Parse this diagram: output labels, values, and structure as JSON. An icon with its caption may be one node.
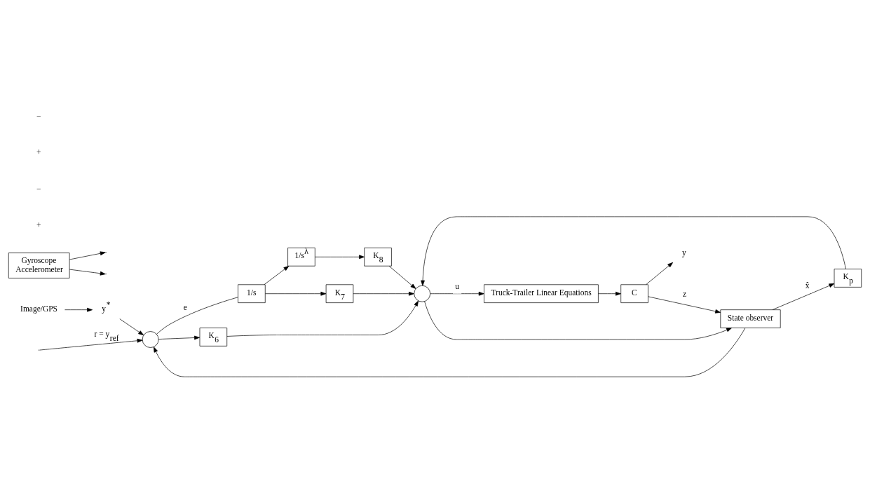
{
  "diagram": {
    "nodes": [
      {
        "text": [],
        "shape": "circle"
      },
      {
        "text": [
          "1/s"
        ]
      },
      {
        "text": [
          "1/s$^{λ}$"
        ]
      },
      {
        "text": [
          "K$_{8}$"
        ]
      },
      {
        "text": [
          "K$_{7}$"
        ]
      },
      {
        "text": [
          "K$_{6}$"
        ]
      },
      {
        "text": [],
        "shape": "circle"
      },
      {
        "text": [
          "Truck-Trailer Linear Equations"
        ]
      },
      {
        "text": [
          "C"
        ]
      },
      {
        "text": [
          "y"
        ]
      },
      {
        "text": [
          "Gyroscope",
          "Accelerometer"
        ]
      },
      {
        "text": [
          "State observer"
        ]
      },
      {
        "text": [
          "K$_{p}$"
        ]
      },
      {
        "text": [
          "y$^{*}$"
        ]
      },
      {
        "text": [
          "Image/GPS"
        ]
      }
    ],
    "edges": [
      {
        "from": null,
        "to": 0,
        "arrow": "to",
        "label": "r = y$_{ref}$"
      },
      {
        "from": 0,
        "to": 1,
        "arrow": "none",
        "label": "e"
      },
      {
        "from": 0,
        "to": 5,
        "arrow": "to"
      },
      {
        "from": 1,
        "to": 2,
        "arrow": "to"
      },
      {
        "from": 1,
        "to": 4,
        "arrow": "to"
      },
      {
        "from": 2,
        "to": 3,
        "arrow": "to"
      },
      {
        "from": 3,
        "to": 6,
        "arrow": "to"
      },
      {
        "from": 4,
        "to": 6,
        "arrow": "to"
      },
      {
        "from": 5,
        "to": 6,
        "arrow": "to"
      },
      {
        "from": 6,
        "to": 7,
        "arrow": "to",
        "label": "u"
      },
      {
        "from": 6,
        "to": 11,
        "arrow": "to"
      },
      {
        "from": 7,
        "to": 8,
        "arrow": "to"
      },
      {
        "from": 8,
        "to": 9,
        "arrow": "to"
      },
      {
        "from": 8,
        "to": 11,
        "arrow": "to",
        "label": "z"
      },
      {
        "from": 10,
        "to": null,
        "arrow": "to"
      },
      {
        "from": 10,
        "to": null,
        "arrow": "to"
      },
      {
        "from": 11,
        "to": 12,
        "arrow": "to",
        "label": "x̂"
      },
      {
        "from": 12,
        "to": 6,
        "arrow": "to"
      },
      {
        "from": 13,
        "to": 0,
        "arrow": "to"
      },
      {
        "from": 11,
        "to": 0,
        "arrow": "to"
      },
      {
        "from": 14,
        "to": 13,
        "arrow": "to"
      }
    ],
    "labels": [
      "+",
      "−",
      "+",
      "−"
    ]
  }
}
